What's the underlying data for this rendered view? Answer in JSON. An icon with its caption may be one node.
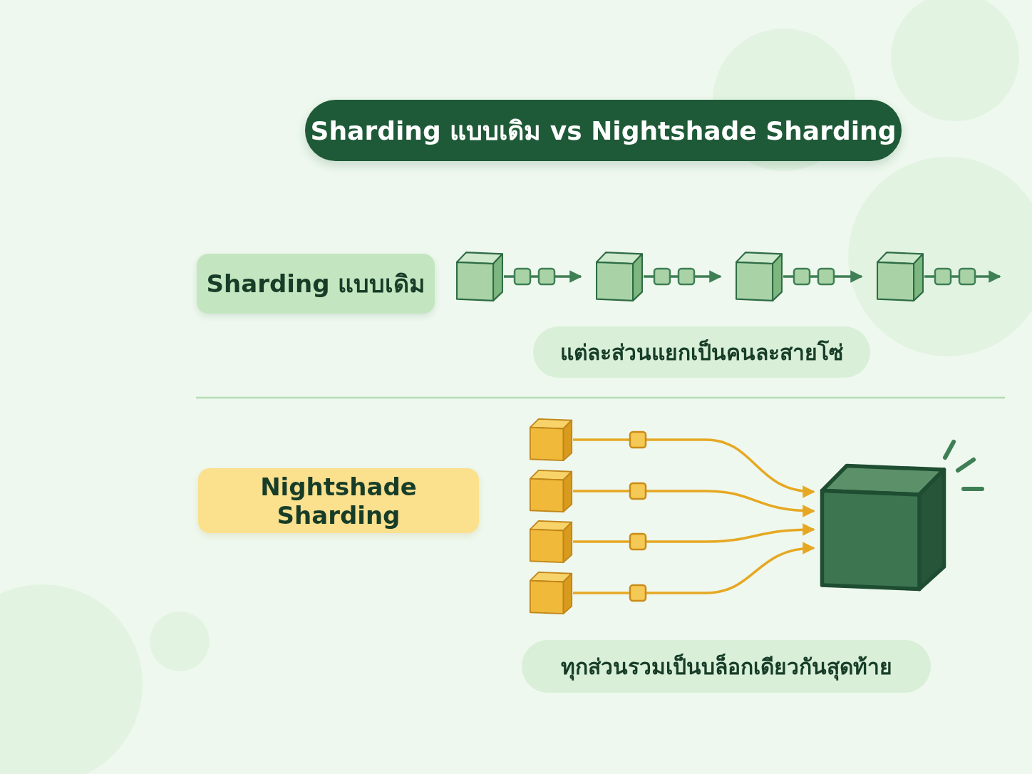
{
  "diagram": {
    "title": "Sharding แบบเดิม vs Nightshade Sharding",
    "nodes": [
      {
        "text": [
          "Sharding แบบเดิม"
        ]
      },
      {
        "text": [],
        "shape": "box"
      },
      {
        "text": [],
        "shape": "box"
      },
      {
        "text": [],
        "shape": "box"
      },
      {
        "text": [],
        "shape": "box"
      },
      {
        "text": [
          "แต่ละส่วนแยกเป็นคนละสายโซ่"
        ]
      },
      {
        "text": [
          "Nightshade Sharding"
        ]
      },
      {
        "text": [],
        "shape": "box"
      },
      {
        "text": [],
        "shape": "box"
      },
      {
        "text": [],
        "shape": "box"
      },
      {
        "text": [],
        "shape": "box"
      },
      {
        "text": [],
        "shape": "box"
      },
      {
        "text": [
          "ทุกส่วนรวมเป็นบล็อกเดียวกันสุดท้าย"
        ]
      }
    ],
    "edges": [
      {
        "from": 1,
        "to": 2,
        "arrow": "to"
      },
      {
        "from": 2,
        "to": 3,
        "arrow": "to"
      },
      {
        "from": 3,
        "to": 4,
        "arrow": "to"
      },
      {
        "from": 4,
        "to": null,
        "arrow": "to"
      },
      {
        "from": 7,
        "to": 11,
        "arrow": "to",
        "color": "#e6a823"
      },
      {
        "from": 8,
        "to": 11,
        "arrow": "to",
        "color": "#e6a823"
      },
      {
        "from": 9,
        "to": 11,
        "arrow": "to",
        "color": "#e6a823"
      },
      {
        "from": 10,
        "to": 11,
        "arrow": "to",
        "color": "#e6a823"
      }
    ]
  }
}
